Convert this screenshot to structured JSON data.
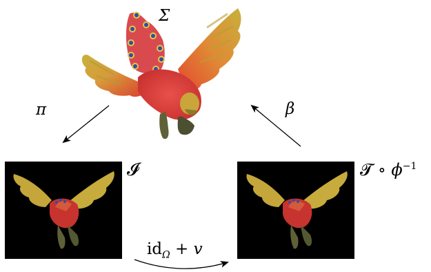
{
  "labels": {
    "surface": "Σ",
    "projection": "π",
    "backprojection": "β",
    "image": "𝓘",
    "warped_texture": {
      "T": "𝓣",
      "op": " ∘ ",
      "phi": "ϕ",
      "sup": "−1"
    },
    "update": {
      "id": "id",
      "sub": "Ω",
      "plus": " + ",
      "v": "v"
    }
  },
  "colors": {
    "bird_body": "#d8383a",
    "bird_wing_yellow": "#c9b23a",
    "bird_legs": "#5a5e38",
    "crest_eye_blue": "#2f4fa5",
    "panel_background": "#000000"
  }
}
